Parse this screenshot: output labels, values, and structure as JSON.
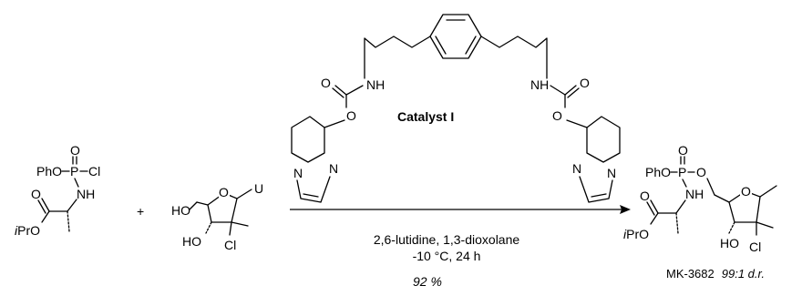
{
  "scheme": {
    "catalyst_label": "Catalyst I",
    "conditions": {
      "line1": "2,6-lutidine, 1,3-dioxolane",
      "line2": "-10 °C, 24 h"
    },
    "yield": "92 %",
    "plus_sign": "+",
    "product": {
      "name": "MK-3682",
      "dr": "99:1 d.r."
    }
  },
  "reagent1_atoms": {
    "pho": "PhO",
    "p": "P",
    "cl": "Cl",
    "o_top": "O",
    "nh": "NH",
    "o_ester": "O",
    "ipro": "iPrO"
  },
  "reagent2_atoms": {
    "ho_top": "HO",
    "o_ring": "O",
    "u": "U",
    "ho_bottom": "HO",
    "cl": "Cl"
  },
  "catalyst_atoms": {
    "nh_left": "NH",
    "o_carbonyl_left": "O",
    "o_ester_left": "O",
    "n_left1": "N",
    "n_left2": "N",
    "nh_right": "NH",
    "o_carbonyl_right": "O",
    "o_ester_right": "O",
    "n_right1": "N",
    "n_right2": "N"
  },
  "product_atoms": {
    "pho": "PhO",
    "p": "P",
    "o_top": "O",
    "o_link": "O",
    "nh": "NH",
    "o_ester": "O",
    "ipro": "iPrO",
    "o_ring": "O",
    "ho": "HO",
    "cl": "Cl"
  }
}
